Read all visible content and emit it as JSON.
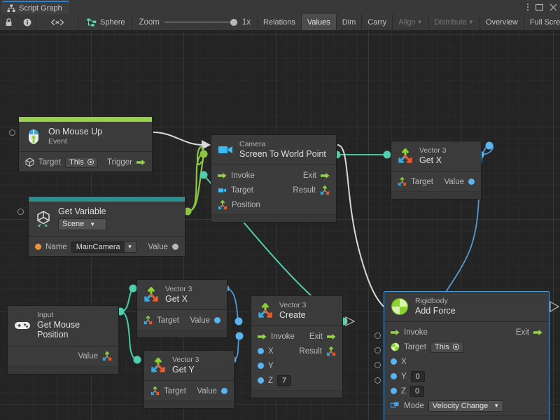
{
  "window": {
    "tab_title": "Script Graph",
    "tab_icon": "script-graph-icon",
    "controls": [
      "kebab-menu-icon",
      "maximize-icon",
      "close-icon"
    ]
  },
  "toolbar": {
    "lock_icon": "lock-icon",
    "info_icon": "info-icon",
    "code_icon": "code-brackets-icon",
    "object_icon": "script-graph-icon",
    "object_name": "Sphere",
    "zoom_label": "Zoom",
    "zoom_value": "1x",
    "buttons": [
      {
        "label": "Relations",
        "active": false,
        "dim": false,
        "caret": false
      },
      {
        "label": "Values",
        "active": true,
        "dim": false,
        "caret": false
      },
      {
        "label": "Dim",
        "active": false,
        "dim": false,
        "caret": false
      },
      {
        "label": "Carry",
        "active": false,
        "dim": false,
        "caret": false
      },
      {
        "label": "Align",
        "active": false,
        "dim": true,
        "caret": true
      },
      {
        "label": "Distribute",
        "active": false,
        "dim": true,
        "caret": true
      },
      {
        "label": "Overview",
        "active": false,
        "dim": false,
        "caret": false
      },
      {
        "label": "Full Screen",
        "active": false,
        "dim": false,
        "caret": false
      }
    ]
  },
  "colors": {
    "accent_event": "#96d14b",
    "accent_variable": "#2a8f8f",
    "selection": "#4f9ad8",
    "flow": "#96d14b",
    "value_blue": "#5ab4ef",
    "value_teal": "#4ecfae",
    "canvas_bg": "#242424",
    "node_bg": "#3c3c3c"
  },
  "nodes": [
    {
      "id": "on-mouse-up",
      "icon": "mouse-event-icon",
      "subtitle": "On Mouse Up",
      "title": "Event",
      "accent": "#96d14b",
      "rows": [
        {
          "left_port": "cube-icon",
          "left_label": "Target",
          "field": "This",
          "right_label": "Trigger",
          "right_port": "flow-arrow"
        }
      ]
    },
    {
      "id": "get-variable",
      "icon": "unity-variable-icon",
      "subtitle": "Get Variable",
      "title": "Scene",
      "title_is_dropdown": true,
      "accent": "#2a8f8f",
      "rows": [
        {
          "left_port": "orange-dot",
          "left_label": "Name",
          "field": "MainCamera",
          "right_label": "Value",
          "right_port": "gray-dot"
        }
      ]
    },
    {
      "id": "camera-screen-to-world-point",
      "icon": "camera-icon",
      "subtitle": "Camera",
      "title": "Screen To World Point",
      "rows": [
        {
          "left_port": "flow-arrow",
          "left_label": "Invoke",
          "right_label": "Exit",
          "right_port": "flow-arrow"
        },
        {
          "left_port": "camera-icon",
          "left_label": "Target",
          "right_label": "Result",
          "right_port": "vector3-icon"
        },
        {
          "left_port": "vector3-icon",
          "left_label": "Position"
        }
      ]
    },
    {
      "id": "vector3-get-x-top",
      "icon": "vector3-icon",
      "subtitle": "Vector 3",
      "title": "Get X",
      "rows": [
        {
          "left_port": "vector3-icon",
          "left_label": "Target",
          "right_label": "Value",
          "right_port": "blue-dot"
        }
      ]
    },
    {
      "id": "input-get-mouse-position",
      "icon": "gamepad-icon",
      "subtitle": "Input",
      "title": "Get Mouse Position",
      "rows": [
        {
          "right_label": "Value",
          "right_port": "vector3-icon"
        }
      ]
    },
    {
      "id": "vector3-get-x-mid",
      "icon": "vector3-icon",
      "subtitle": "Vector 3",
      "title": "Get X",
      "rows": [
        {
          "left_port": "vector3-icon",
          "left_label": "Target",
          "right_label": "Value",
          "right_port": "blue-dot"
        }
      ]
    },
    {
      "id": "vector3-get-y",
      "icon": "vector3-icon",
      "subtitle": "Vector 3",
      "title": "Get Y",
      "rows": [
        {
          "left_port": "vector3-icon",
          "left_label": "Target",
          "right_label": "Value",
          "right_port": "blue-dot"
        }
      ]
    },
    {
      "id": "vector3-create",
      "icon": "vector3-icon",
      "subtitle": "Vector 3",
      "title": "Create",
      "rows": [
        {
          "left_port": "flow-arrow",
          "left_label": "Invoke",
          "right_label": "Exit",
          "right_port": "flow-arrow"
        },
        {
          "left_port": "blue-dot",
          "left_label": "X",
          "right_label": "Result",
          "right_port": "vector3-icon"
        },
        {
          "left_port": "blue-dot",
          "left_label": "Y"
        },
        {
          "left_port": "blue-dot",
          "left_label": "Z",
          "field": "7"
        }
      ]
    },
    {
      "id": "rigidbody-add-force",
      "icon": "rigidbody-icon",
      "subtitle": "Rigidbody",
      "title": "Add Force",
      "selected": true,
      "rows": [
        {
          "left_port": "flow-arrow",
          "left_label": "Invoke",
          "right_label": "Exit",
          "right_port": "flow-arrow"
        },
        {
          "left_port": "rigidbody-icon",
          "left_label": "Target",
          "field": "This"
        },
        {
          "left_port": "blue-dot",
          "left_label": "X"
        },
        {
          "left_port": "blue-dot",
          "left_label": "Y",
          "field": "0"
        },
        {
          "left_port": "blue-dot",
          "left_label": "Z",
          "field": "0"
        },
        {
          "left_port": "enum-icon",
          "left_label": "Mode",
          "dropdown": "Velocity Change"
        }
      ]
    }
  ]
}
